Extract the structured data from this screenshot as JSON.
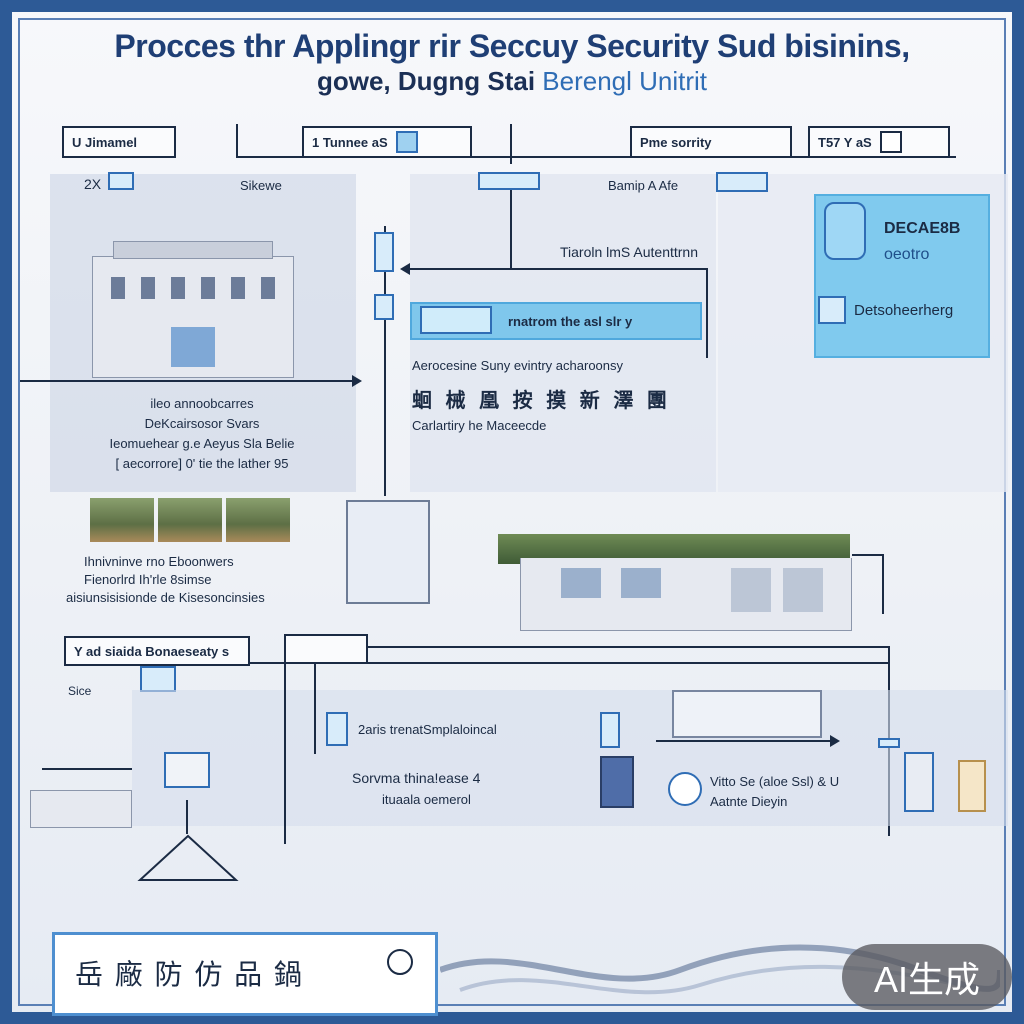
{
  "title": "Procces thr Applingr rir Seccuy Security Sud bisinins,",
  "subtitle": {
    "part1": "gowe, Dugng Stai",
    "part2": "Berengl Unitrit"
  },
  "top_boxes": [
    "U Jimamel",
    "1 Tunnee aS",
    "Pme sorrity",
    "T57 Y aS"
  ],
  "panel_labels": {
    "left_a": "2X",
    "left_b": "Sikewe",
    "right": "Bamip  A Afe"
  },
  "left_panel_text": [
    "ileo annoobcarres",
    "DeKcairsosor Svars",
    "Ieomuehear g.e Aeyus Sla Belie",
    "[ aecorrore]  0' tie the lather 95"
  ],
  "middle_panel": {
    "heading": "Tiaroln lmS Autenttrnn",
    "highlight": "rnatrom the asl slr y",
    "line1": "Aerocesine Suny evintry acharoonsy",
    "cjk": "蛔 械 凰 按 摸 新 澤 團",
    "line2": "Carlartiry he Maceecde"
  },
  "blue_card": {
    "title": "DECAE8B",
    "subtitle": "oeotro",
    "item": "Detsoheerherg"
  },
  "mid_left_caption": [
    "Ihnivninve rno Eboonwers",
    "Fienorlrd Ih'rle 8simse",
    "aisiunsisisionde de Kisesoncinsies"
  ],
  "lower_box": "Y ad siaida Bonaeseaty s",
  "lower_small": "Sice",
  "lower_texts": {
    "mid": "2aris trenatSmplaloincal",
    "center_a": "Sorvma thina!ease 4",
    "center_b": "ituaala oemerol",
    "right_a": "Vitto Se (aloe Ssl) & U",
    "right_b": "Aatnte Dieyin"
  },
  "footer_label": "岳 廠 防 仿 品 鍋",
  "ai_badge": "AI生成"
}
